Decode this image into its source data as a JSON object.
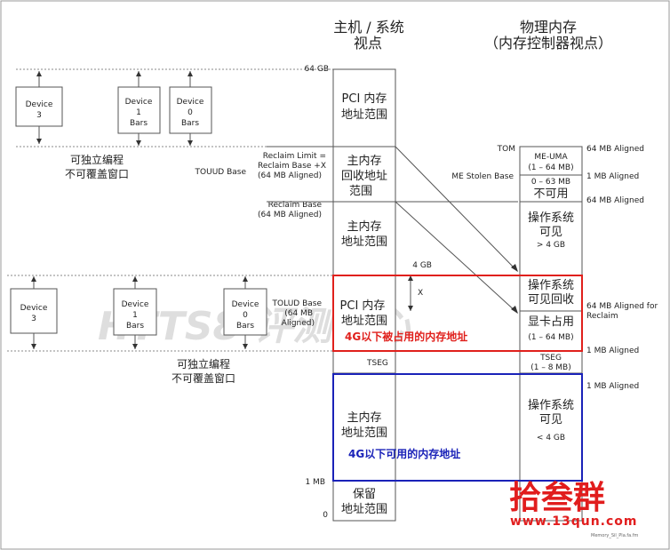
{
  "headers": {
    "host_line1": "主机 / 系统",
    "host_line2": "视点",
    "phys_line1": "物理内存",
    "phys_line2": "（内存控制器视点）"
  },
  "devices_top": [
    {
      "line1": "Device",
      "line2": "3",
      "line3": ""
    },
    {
      "line1": "Device",
      "line2": "1",
      "line3": "Bars"
    },
    {
      "line1": "Device",
      "line2": "0",
      "line3": "Bars"
    }
  ],
  "devices_mid": [
    {
      "line1": "Device",
      "line2": "3",
      "line3": ""
    },
    {
      "line1": "Device",
      "line2": "1",
      "line3": "Bars"
    },
    {
      "line1": "Device",
      "line2": "0",
      "line3": "Bars"
    }
  ],
  "prog_text_top": {
    "line1": "可独立编程",
    "line2": "不可覆盖窗口"
  },
  "prog_text_mid": {
    "line1": "可独立编程",
    "line2": "不可覆盖窗口"
  },
  "host_labels": {
    "gb64": "64 GB",
    "touud": "TOUUD Base",
    "reclaim_limit1": "Reclaim Limit =",
    "reclaim_limit2": "Reclaim Base +X",
    "reclaim_limit3": "(64 MB Aligned)",
    "reclaim_base1": "Reclaim Base",
    "reclaim_base2": "(64 MB Aligned)",
    "gb4": "4 GB",
    "x": "X",
    "tolud1": "TOLUD Base",
    "tolud2": "(64 MB",
    "tolud3": "Aligned)",
    "tseg": "TSEG",
    "mb1": "1 MB",
    "zero": "0"
  },
  "host_blocks": {
    "pci_top1": "PCI 内存",
    "pci_top2": "地址范围",
    "reclaim1": "主内存",
    "reclaim2": "回收地址",
    "reclaim3": "范围",
    "main_up1": "主内存",
    "main_up2": "地址范围",
    "pci_low1": "PCI 内存",
    "pci_low2": "地址范围",
    "main_low1": "主内存",
    "main_low2": "地址范围",
    "reserved1": "保留",
    "reserved2": "地址范围"
  },
  "phys_labels": {
    "tom": "TOM",
    "me_stolen": "ME Stolen Base"
  },
  "phys_blocks": {
    "me_uma1": "ME-UMA",
    "me_uma2": "(1 – 64 MB)",
    "unusable1": "0 – 63 MB",
    "unusable2": "不可用",
    "os_hi1": "操作系统",
    "os_hi2": "可见",
    "os_hi3": "> 4 GB",
    "os_rc1": "操作系统",
    "os_rc2": "可见回收",
    "gfx1": "显卡占用",
    "gfx2": "(1 – 64 MB)",
    "tseg1": "TSEG",
    "tseg2": "(1 – 8 MB)",
    "os_lo1": "操作系统",
    "os_lo2": "可见",
    "os_lo3": "< 4 GB"
  },
  "align_labels": {
    "a1": "64 MB Aligned",
    "a2": "1 MB Aligned",
    "a3": "64 MB Aligned",
    "a4_1": "64 MB Aligned for",
    "a4_2": "Reclaim",
    "a5": "1 MB Aligned",
    "a6": "1 MB Aligned"
  },
  "annotations": {
    "red_text": "4G以下被占用的内存地址",
    "blue_text": "4G以下可用的内存地址",
    "red_color": "#e0201c",
    "blue_color": "#1a22b8"
  },
  "watermark": {
    "main": "HTTS8 评测中心",
    "brand": "拾叁群",
    "url": "www.13qun.com",
    "tiny": "Memory_Sil_Pla.fa.fm"
  }
}
